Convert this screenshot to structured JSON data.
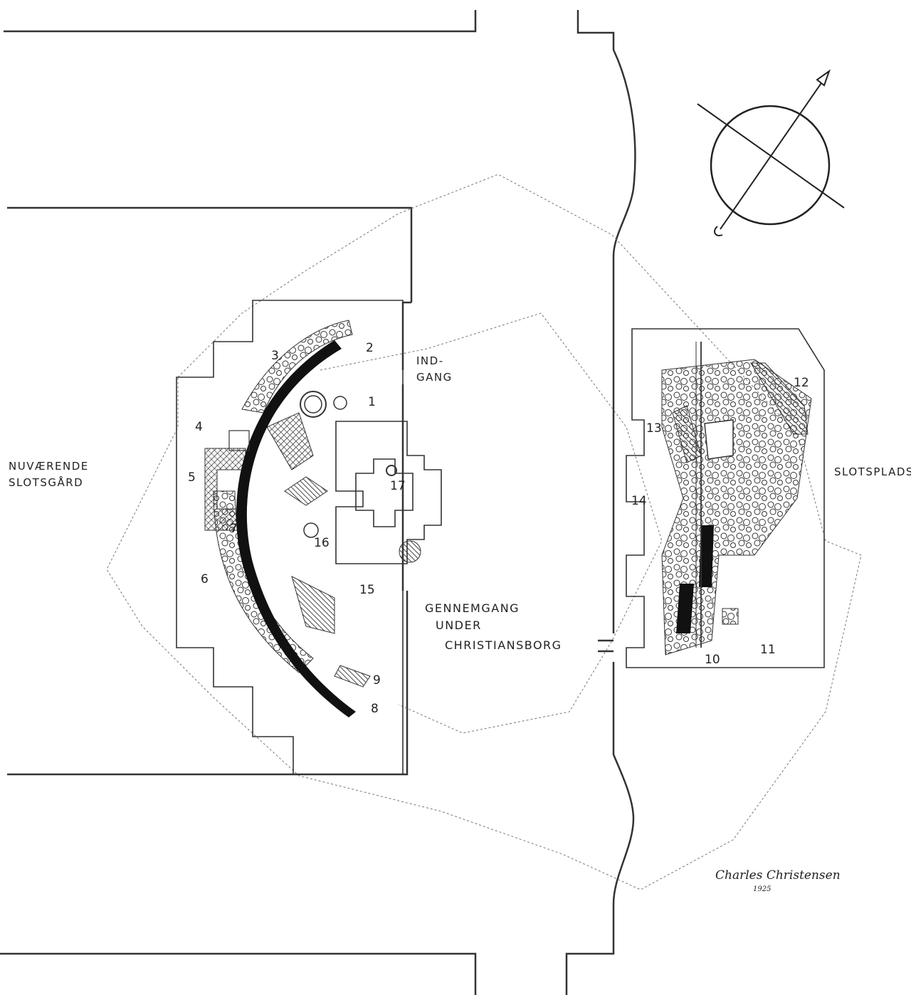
{
  "labels": {
    "nuvaerende_l1": "NUVÆRENDE",
    "nuvaerende_l2": "SLOTSGÅRD",
    "slotsplads": "SLOTSPLADS",
    "indgang_l1": "IND-",
    "indgang_l2": "GANG",
    "gennemgang_l1": "GENNEMGANG",
    "gennemgang_l2": "UNDER",
    "gennemgang_l3": "CHRISTIANSBORG"
  },
  "room_numbers": [
    "1",
    "2",
    "3",
    "4",
    "5",
    "6",
    "7",
    "8",
    "9",
    "10",
    "11",
    "12",
    "13",
    "14",
    "15",
    "16",
    "17"
  ],
  "signature": {
    "name": "Charles Christensen",
    "year": "1925"
  },
  "colors": {
    "ink": "#222222",
    "paper": "#ffffff",
    "wall_fill": "#111111"
  },
  "icons": {
    "compass": "north-arrow-compass-icon"
  }
}
